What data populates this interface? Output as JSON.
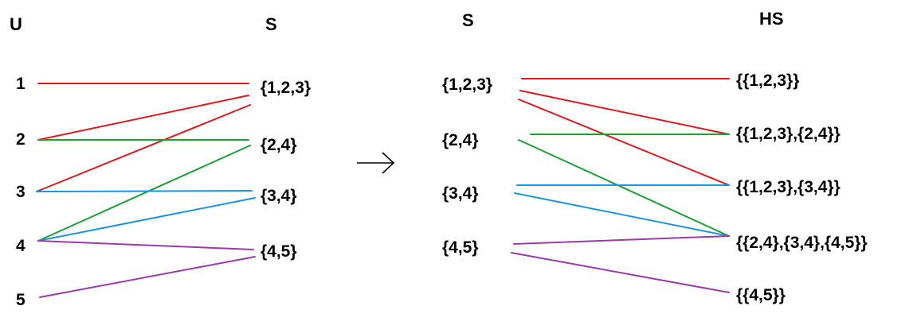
{
  "headers": {
    "left_u": "U",
    "left_s": "S",
    "right_s": "S",
    "right_hs": "HS"
  },
  "colors": {
    "red": "#e0191e",
    "green": "#1aa035",
    "blue": "#1a95e0",
    "purple": "#9b3aa8"
  },
  "left": {
    "u_nodes": [
      "1",
      "2",
      "3",
      "4",
      "5"
    ],
    "s_nodes": [
      "{1,2,3}",
      "{2,4}",
      "{3,4}",
      "{4,5}"
    ],
    "edges": [
      {
        "from": 0,
        "to": 0,
        "color": "red"
      },
      {
        "from": 1,
        "to": 0,
        "color": "red"
      },
      {
        "from": 2,
        "to": 0,
        "color": "red"
      },
      {
        "from": 1,
        "to": 1,
        "color": "green"
      },
      {
        "from": 3,
        "to": 1,
        "color": "green"
      },
      {
        "from": 2,
        "to": 2,
        "color": "blue"
      },
      {
        "from": 3,
        "to": 2,
        "color": "blue"
      },
      {
        "from": 3,
        "to": 3,
        "color": "purple"
      },
      {
        "from": 4,
        "to": 3,
        "color": "purple"
      }
    ]
  },
  "arrow": "→",
  "right": {
    "s_nodes": [
      "{1,2,3}",
      "{2,4}",
      "{3,4}",
      "{4,5}"
    ],
    "hs_nodes": [
      "{{1,2,3}}",
      "{{1,2,3},{2,4}}",
      "{{1,2,3},{3,4}}",
      "{{2,4},{3,4},{4,5}}",
      "{{4,5}}"
    ],
    "edges": [
      {
        "from": 0,
        "to": 0,
        "color": "red"
      },
      {
        "from": 0,
        "to": 1,
        "color": "red"
      },
      {
        "from": 0,
        "to": 2,
        "color": "red"
      },
      {
        "from": 1,
        "to": 1,
        "color": "green"
      },
      {
        "from": 1,
        "to": 3,
        "color": "green"
      },
      {
        "from": 2,
        "to": 2,
        "color": "blue"
      },
      {
        "from": 2,
        "to": 3,
        "color": "blue"
      },
      {
        "from": 3,
        "to": 3,
        "color": "purple"
      },
      {
        "from": 3,
        "to": 4,
        "color": "purple"
      }
    ]
  }
}
